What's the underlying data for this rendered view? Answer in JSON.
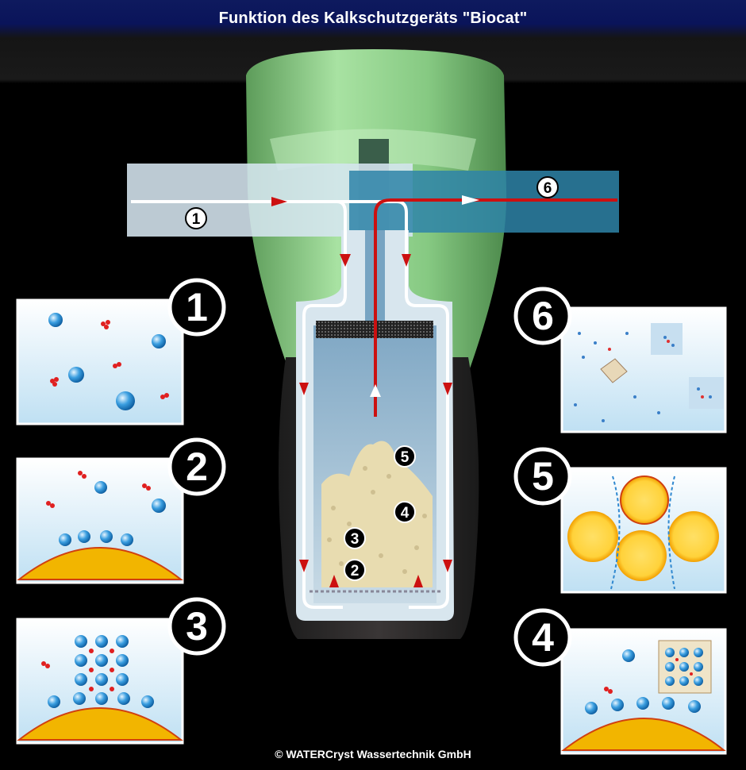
{
  "title": "Funktion des Kalkschutzgeräts \"Biocat\"",
  "copyright": "© WATERCryst Wassertechnik GmbH",
  "markers": {
    "pipe_in": "1",
    "pipe_out": "6",
    "inside_2": "2",
    "inside_3": "3",
    "inside_4": "4",
    "inside_5": "5"
  },
  "panels": {
    "p1": "1",
    "p2": "2",
    "p3": "3",
    "p4": "4",
    "p5": "5",
    "p6": "6"
  },
  "colors": {
    "inflow": "#d6e6f0",
    "outflow": "#2e84a8",
    "flow_arrow": "#d11",
    "housing_top": "#8fd08c",
    "housing_bottom": "#2a2a2a",
    "granulate": "#e8dcb0",
    "crystal_base": "#f0a800"
  }
}
